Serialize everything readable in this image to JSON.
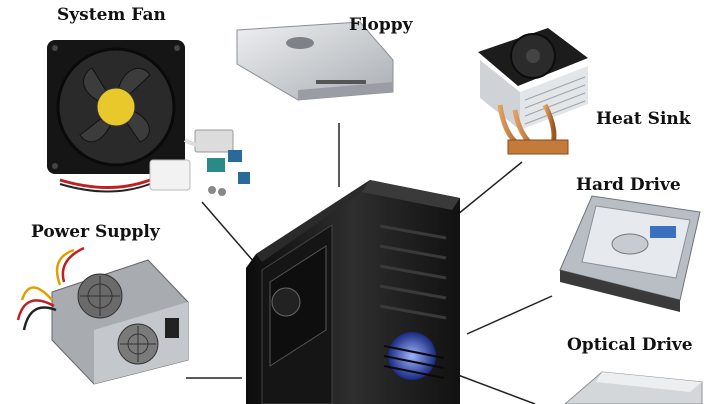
{
  "labels": {
    "system_fan": "System Fan",
    "floppy": "Floppy",
    "heat_sink": "Heat Sink",
    "hard_drive": "Hard Drive",
    "power_supply": "Power Supply",
    "optical_drive": "Optical Drive"
  },
  "colors": {
    "connector_line": "#222222",
    "case_black": "#1a1a1a",
    "drive_silver": "#c8ccd0",
    "copper": "#c47a3a",
    "led_blue": "#4a6cff"
  }
}
